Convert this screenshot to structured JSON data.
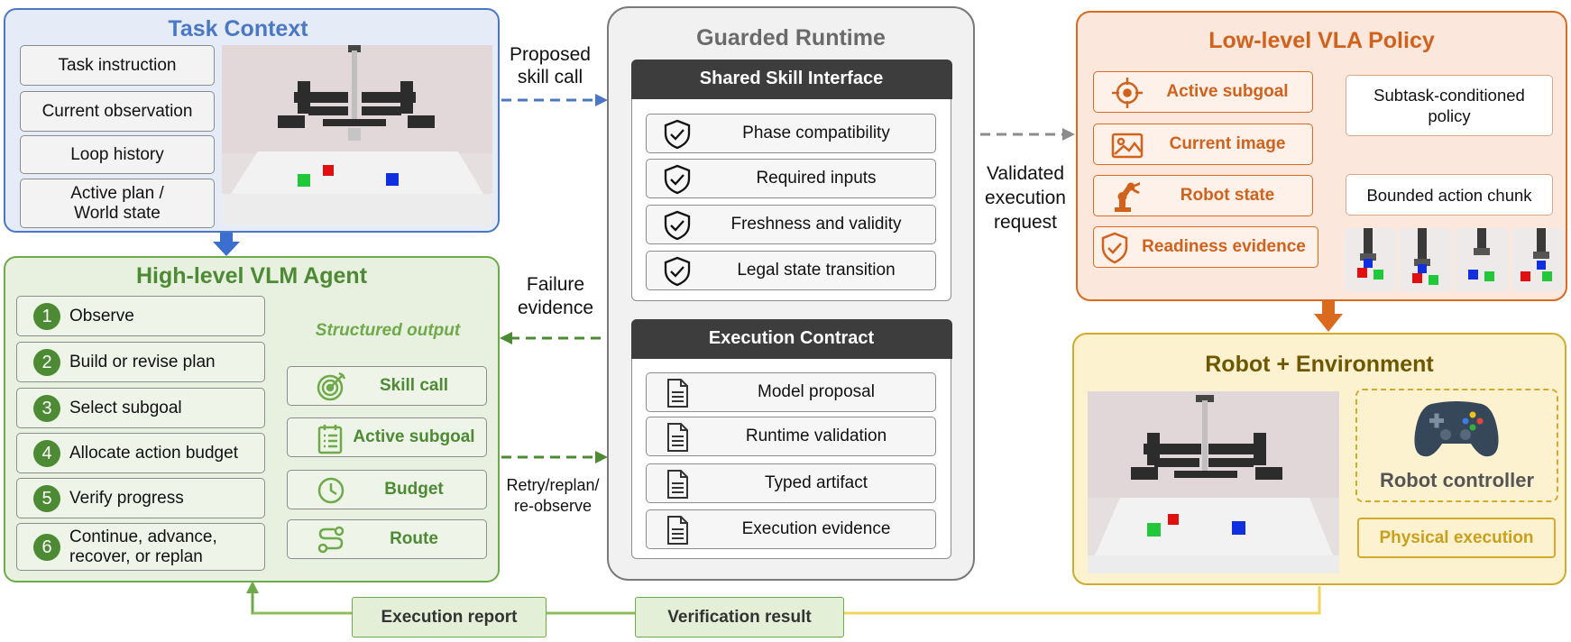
{
  "task_context": {
    "title": "Task Context",
    "items": [
      "Task instruction",
      "Current observation",
      "Loop history",
      "Active plan /\nWorld state"
    ]
  },
  "vlm_agent": {
    "title": "High-level VLM Agent",
    "steps": [
      {
        "num": "1",
        "label": "Observe"
      },
      {
        "num": "2",
        "label": "Build or revise plan"
      },
      {
        "num": "3",
        "label": "Select subgoal"
      },
      {
        "num": "4",
        "label": "Allocate action budget"
      },
      {
        "num": "5",
        "label": "Verify progress"
      },
      {
        "num": "6",
        "label": "Continue, advance,\nrecover, or replan"
      }
    ],
    "output_title": "Structured output",
    "outputs": [
      {
        "label": "Skill call",
        "icon": "target-icon"
      },
      {
        "label": "Active subgoal",
        "icon": "checklist-icon"
      },
      {
        "label": "Budget",
        "icon": "clock-icon"
      },
      {
        "label": "Route",
        "icon": "route-icon"
      }
    ]
  },
  "runtime": {
    "title": "Guarded Runtime",
    "skill_interface": {
      "title": "Shared Skill Interface",
      "items": [
        "Phase compatibility",
        "Required inputs",
        "Freshness and validity",
        "Legal state transition"
      ]
    },
    "execution_contract": {
      "title": "Execution Contract",
      "items": [
        "Model proposal",
        "Runtime validation",
        "Typed artifact",
        "Execution evidence"
      ]
    }
  },
  "vla_policy": {
    "title": "Low-level VLA Policy",
    "inputs": [
      {
        "label": "Active subgoal",
        "icon": "crosshair-icon"
      },
      {
        "label": "Current image",
        "icon": "image-icon"
      },
      {
        "label": "Robot state",
        "icon": "robot-arm-icon"
      },
      {
        "label": "Readiness evidence",
        "icon": "shield-check-icon"
      }
    ],
    "policy_label": "Subtask-conditioned\npolicy",
    "chunk_label": "Bounded action chunk"
  },
  "robot_env": {
    "title": "Robot + Environment",
    "controller_label": "Robot controller",
    "physical_label": "Physical execution"
  },
  "flows": {
    "proposed": "Proposed\nskill call",
    "failure": "Failure\nevidence",
    "retry": "Retry/replan/\nre-observe",
    "validated": "Validated\nexecution\nrequest",
    "execution_report": "Execution report",
    "verification_result": "Verification result"
  },
  "colors": {
    "blue": "#4a78c4",
    "green": "#4c8a34",
    "orange": "#d96a1e",
    "gold": "#d3ab2b",
    "dark": "#3d3d3d"
  }
}
